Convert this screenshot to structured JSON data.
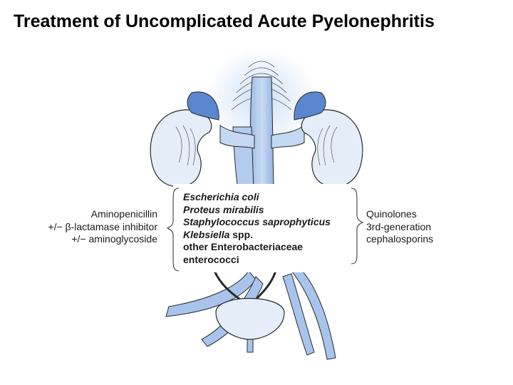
{
  "title": "Treatment of Uncomplicated Acute Pyelonephritis",
  "left_treatment": [
    "Aminopenicillin",
    "+/− β-lactamase inhibitor",
    "+/− aminoglycoside"
  ],
  "organisms": [
    {
      "text": "Escherichia coli",
      "italic": true
    },
    {
      "text": "Proteus mirabilis",
      "italic": true
    },
    {
      "text": "Staphylococcus saprophyticus",
      "italic": true
    },
    {
      "text": "Klebsiella",
      "italic": true,
      "suffix": " spp."
    },
    {
      "text": "other Enterobacteriaceae",
      "italic": false
    },
    {
      "text": "enterococci",
      "italic": false
    }
  ],
  "right_treatment": [
    "Quinolones",
    "3rd-generation",
    "cephalosporins"
  ],
  "colors": {
    "organ_light": "#dde8f6",
    "organ_mid": "#b8cfee",
    "organ_dark": "#5b86cf",
    "outline": "#2a2a2a",
    "text": "#1a1a1a"
  }
}
